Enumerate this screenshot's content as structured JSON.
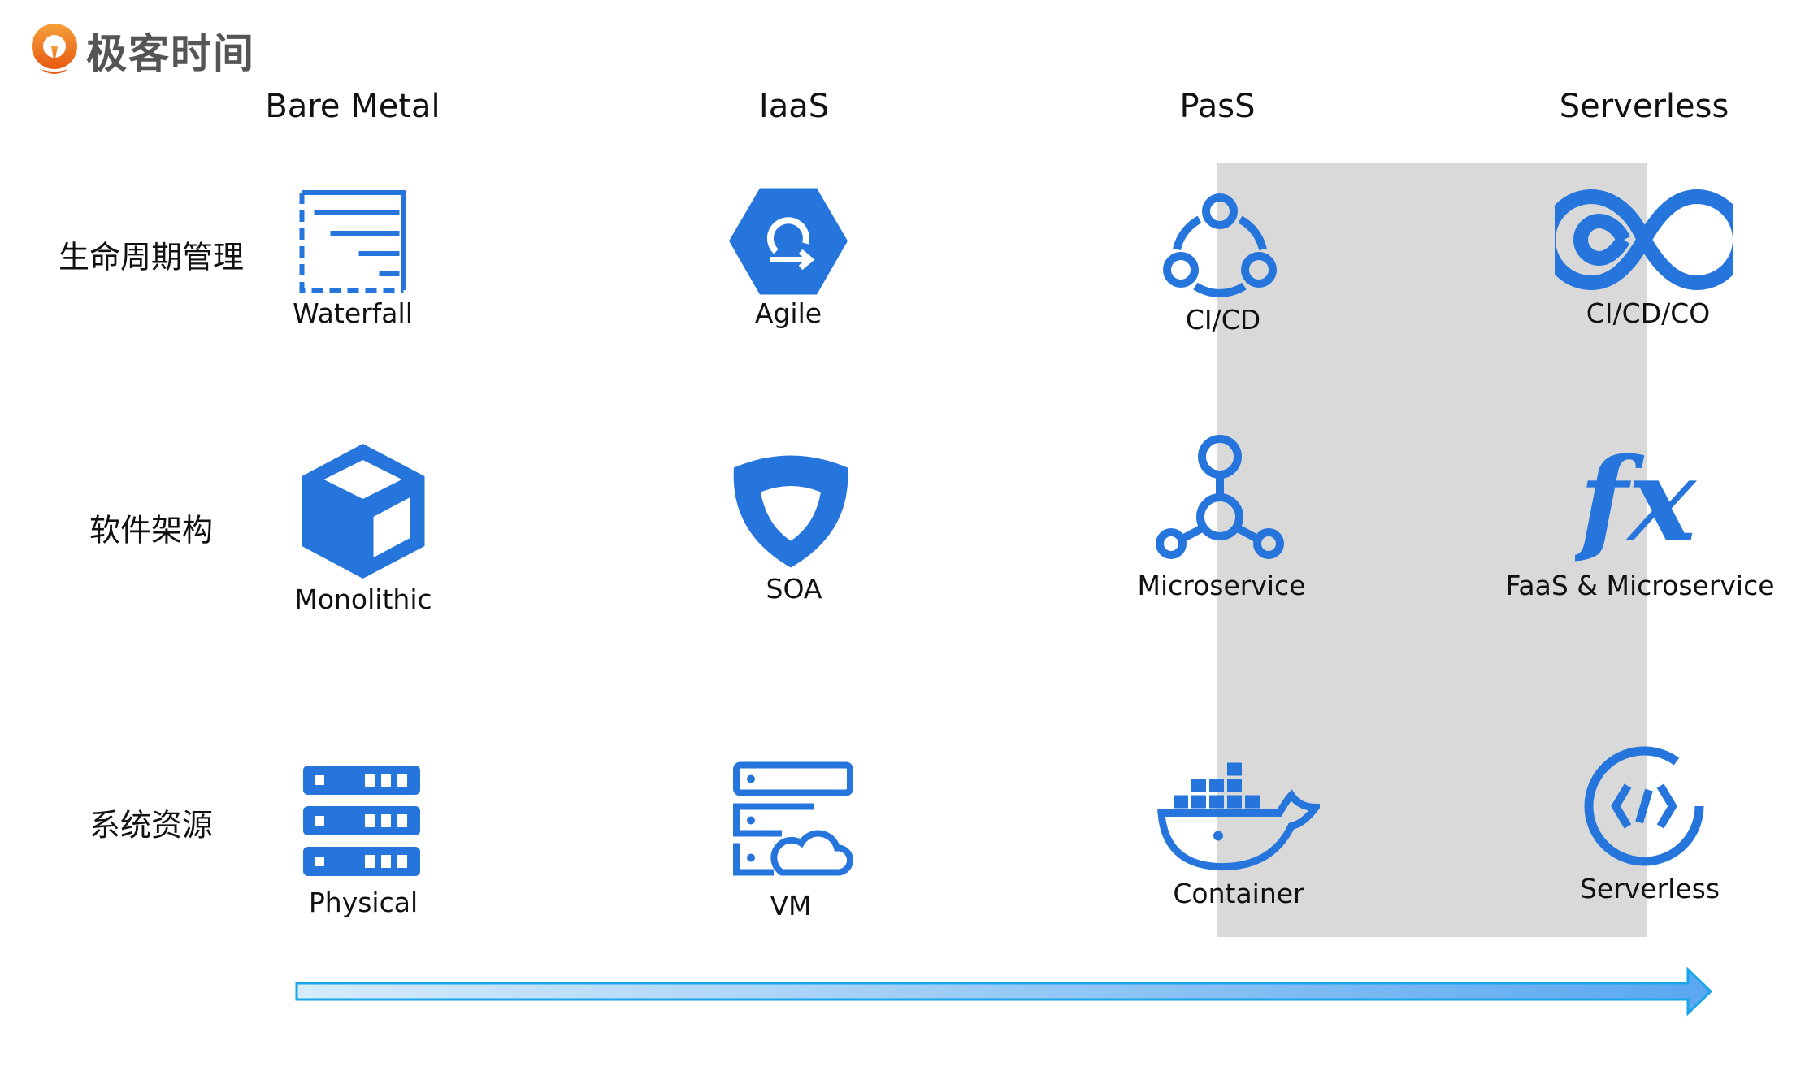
{
  "logo": {
    "text": "极客时间"
  },
  "columns": [
    "Bare Metal",
    "IaaS",
    "PasS",
    "Serverless"
  ],
  "rows": [
    "生命周期管理",
    "软件架构",
    "系统资源"
  ],
  "cells": {
    "waterfall": "Waterfall",
    "agile": "Agile",
    "cicd": "CI/CD",
    "cicdco": "CI/CD/CO",
    "monolithic": "Monolithic",
    "soa": "SOA",
    "microservice": "Microservice",
    "faas": "FaaS & Microservice",
    "physical": "Physical",
    "vm": "VM",
    "container": "Container",
    "serverless": "Serverless"
  },
  "colors": {
    "icon": "#2575dc",
    "shade": "#d9d9d9",
    "arrow_start": "#d6ecfb",
    "arrow_end": "#5aa7f0",
    "arrow_stroke": "#1aa6e8"
  }
}
